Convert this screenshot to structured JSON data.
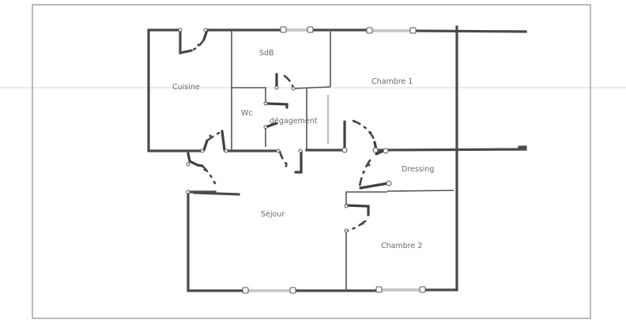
{
  "diagram": {
    "type": "floor-plan",
    "rooms": [
      {
        "id": "cuisine",
        "label": "Cuisine"
      },
      {
        "id": "sdb",
        "label": "SdB"
      },
      {
        "id": "wc",
        "label": "Wc"
      },
      {
        "id": "degagement",
        "label": "dégagement"
      },
      {
        "id": "chambre1",
        "label": "Chambre 1"
      },
      {
        "id": "dressing",
        "label": "Dressing"
      },
      {
        "id": "sejour",
        "label": "Séjour"
      },
      {
        "id": "chambre2",
        "label": "Chambre 2"
      }
    ],
    "colors": {
      "wall": "#4a4a4a",
      "label": "#6a6a6a",
      "frame": "#777777",
      "background": "#ffffff"
    }
  }
}
